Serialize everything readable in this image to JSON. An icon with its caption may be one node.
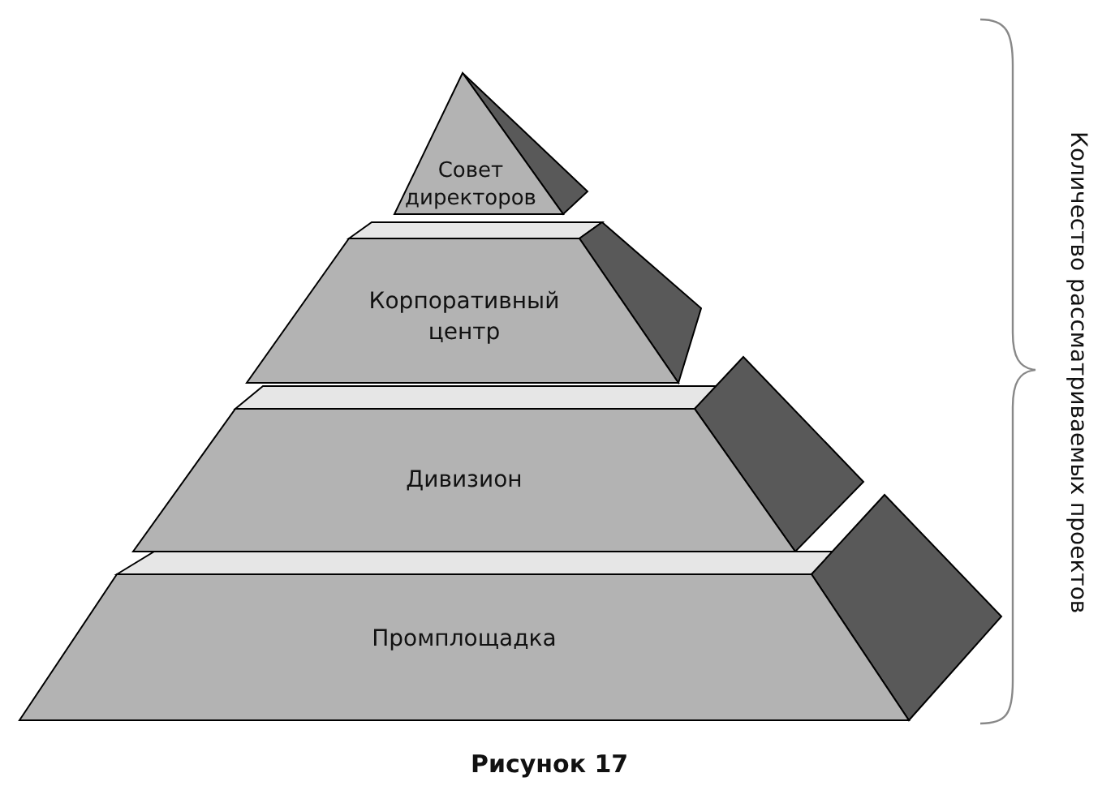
{
  "diagram": {
    "caption": "Рисунок 17",
    "nodes": [
      {
        "text": [
          "Совет директоров"
        ]
      },
      {
        "text": [
          "Корпоративный центр"
        ]
      },
      {
        "text": [
          "Дивизион"
        ]
      },
      {
        "text": [
          "Промплощадка"
        ]
      }
    ],
    "labels": [
      "Количество рассматриваемых проектов"
    ]
  }
}
